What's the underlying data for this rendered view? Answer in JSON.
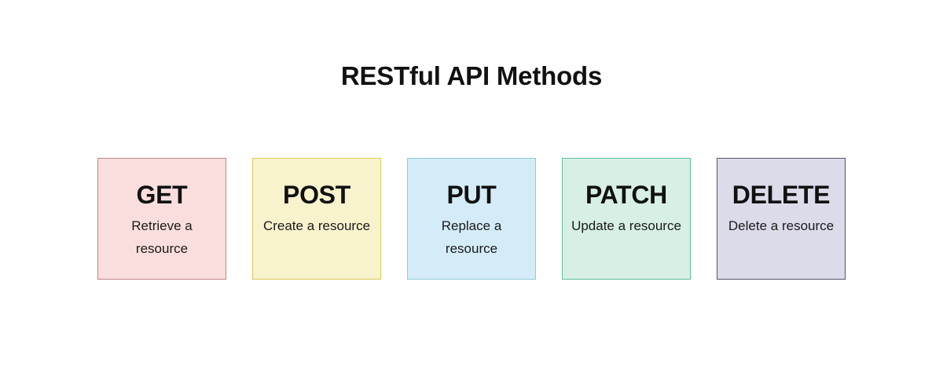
{
  "title": "RESTful API Methods",
  "background_color": "#ffffff",
  "title_color": "#111111",
  "cards": [
    {
      "name": "GET",
      "description": "Retrieve a resource",
      "fill_color": "#fadedd",
      "border_color": "#c08484"
    },
    {
      "name": "POST",
      "description": "Create a resource",
      "fill_color": "#f8f2cd",
      "border_color": "#ddc95a"
    },
    {
      "name": "PUT",
      "description": "Replace a resource",
      "fill_color": "#d4ecf7",
      "border_color": "#8ecadd"
    },
    {
      "name": "PATCH",
      "description": "Update a resource",
      "fill_color": "#d7f0e3",
      "border_color": "#5fc0a0"
    },
    {
      "name": "DELETE",
      "description": "Delete a resource",
      "fill_color": "#dcdbea",
      "border_color": "#54546e"
    }
  ]
}
